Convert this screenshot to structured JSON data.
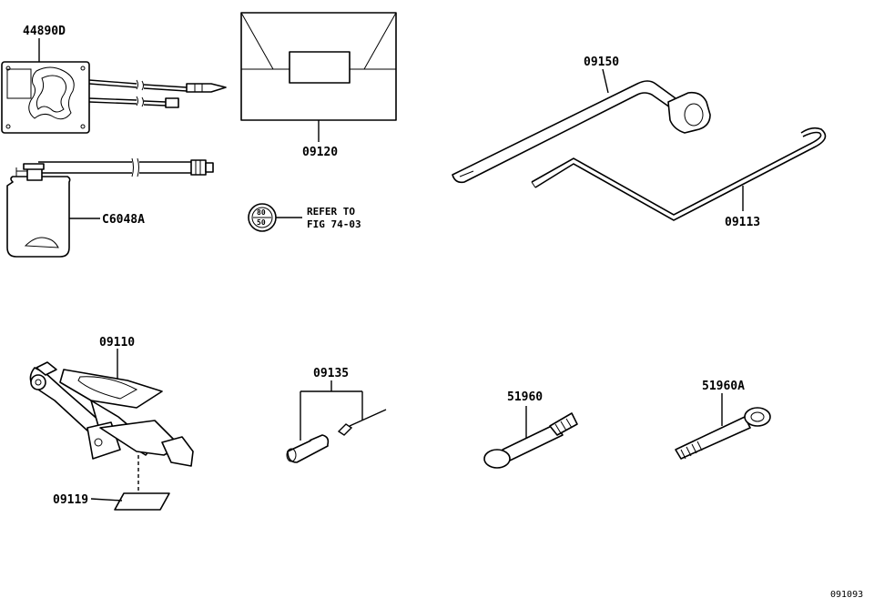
{
  "parts": {
    "p44890d": "44890D",
    "p09120": "09120",
    "p09150": "09150",
    "p09113": "09113",
    "pc6048a": "C6048A",
    "p09110": "09110",
    "p09135": "09135",
    "p51960": "51960",
    "p51960a": "51960A",
    "p09119": "09119"
  },
  "reference": {
    "line1": "REFER TO",
    "line2": "FIG 74-03",
    "badge_top": "80",
    "badge_bottom": "50"
  },
  "figure_number": "091093"
}
